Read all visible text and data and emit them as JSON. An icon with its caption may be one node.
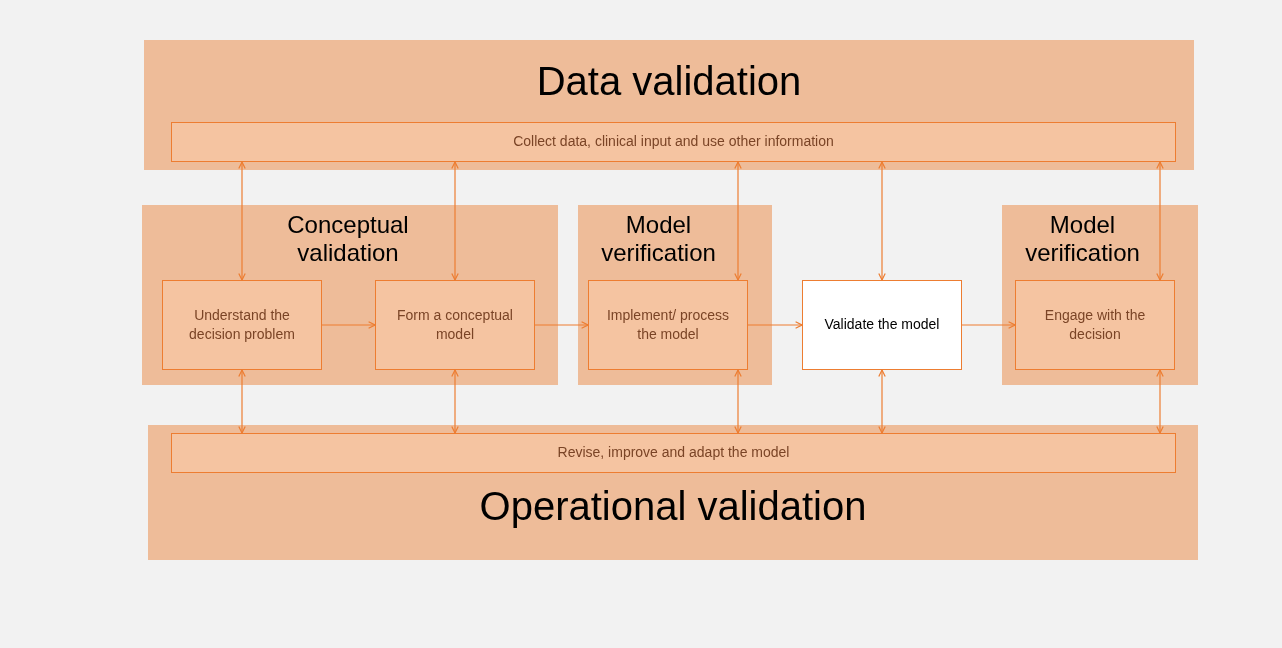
{
  "diagram": {
    "nodes": [
      {
        "text": [
          "Data validation"
        ]
      },
      {
        "text": [
          "Collect data, clinical input and use other information"
        ],
        "in": 0
      },
      {
        "text": [
          "Conceptual validation"
        ]
      },
      {
        "text": [
          "Understand the decision problem"
        ],
        "in": 2
      },
      {
        "text": [
          "Form a conceptual model"
        ],
        "in": 2
      },
      {
        "text": [
          "Model verification"
        ]
      },
      {
        "text": [
          "Implement/ process the model"
        ],
        "in": 5
      },
      {
        "text": [
          "Validate the model"
        ]
      },
      {
        "text": [
          "Model verification"
        ]
      },
      {
        "text": [
          "Engage with the decision"
        ],
        "in": 8
      },
      {
        "text": [
          "Operational validation"
        ]
      },
      {
        "text": [
          "Revise, improve and adapt the model"
        ],
        "in": 10
      }
    ],
    "edges": [
      {
        "from": 3,
        "to": 4,
        "arrow": "to"
      },
      {
        "from": 4,
        "to": 6,
        "arrow": "to"
      },
      {
        "from": 6,
        "to": 7,
        "arrow": "to"
      },
      {
        "from": 7,
        "to": 9,
        "arrow": "to"
      },
      {
        "from": 1,
        "to": 3,
        "arrow": "both"
      },
      {
        "from": 1,
        "to": 4,
        "arrow": "both"
      },
      {
        "from": 1,
        "to": 6,
        "arrow": "both"
      },
      {
        "from": 1,
        "to": 7,
        "arrow": "both"
      },
      {
        "from": 1,
        "to": 9,
        "arrow": "both"
      },
      {
        "from": 3,
        "to": 11,
        "arrow": "both"
      },
      {
        "from": 4,
        "to": 11,
        "arrow": "both"
      },
      {
        "from": 6,
        "to": 11,
        "arrow": "both"
      },
      {
        "from": 7,
        "to": 11,
        "arrow": "both"
      },
      {
        "from": 9,
        "to": 11,
        "arrow": "both"
      }
    ]
  }
}
